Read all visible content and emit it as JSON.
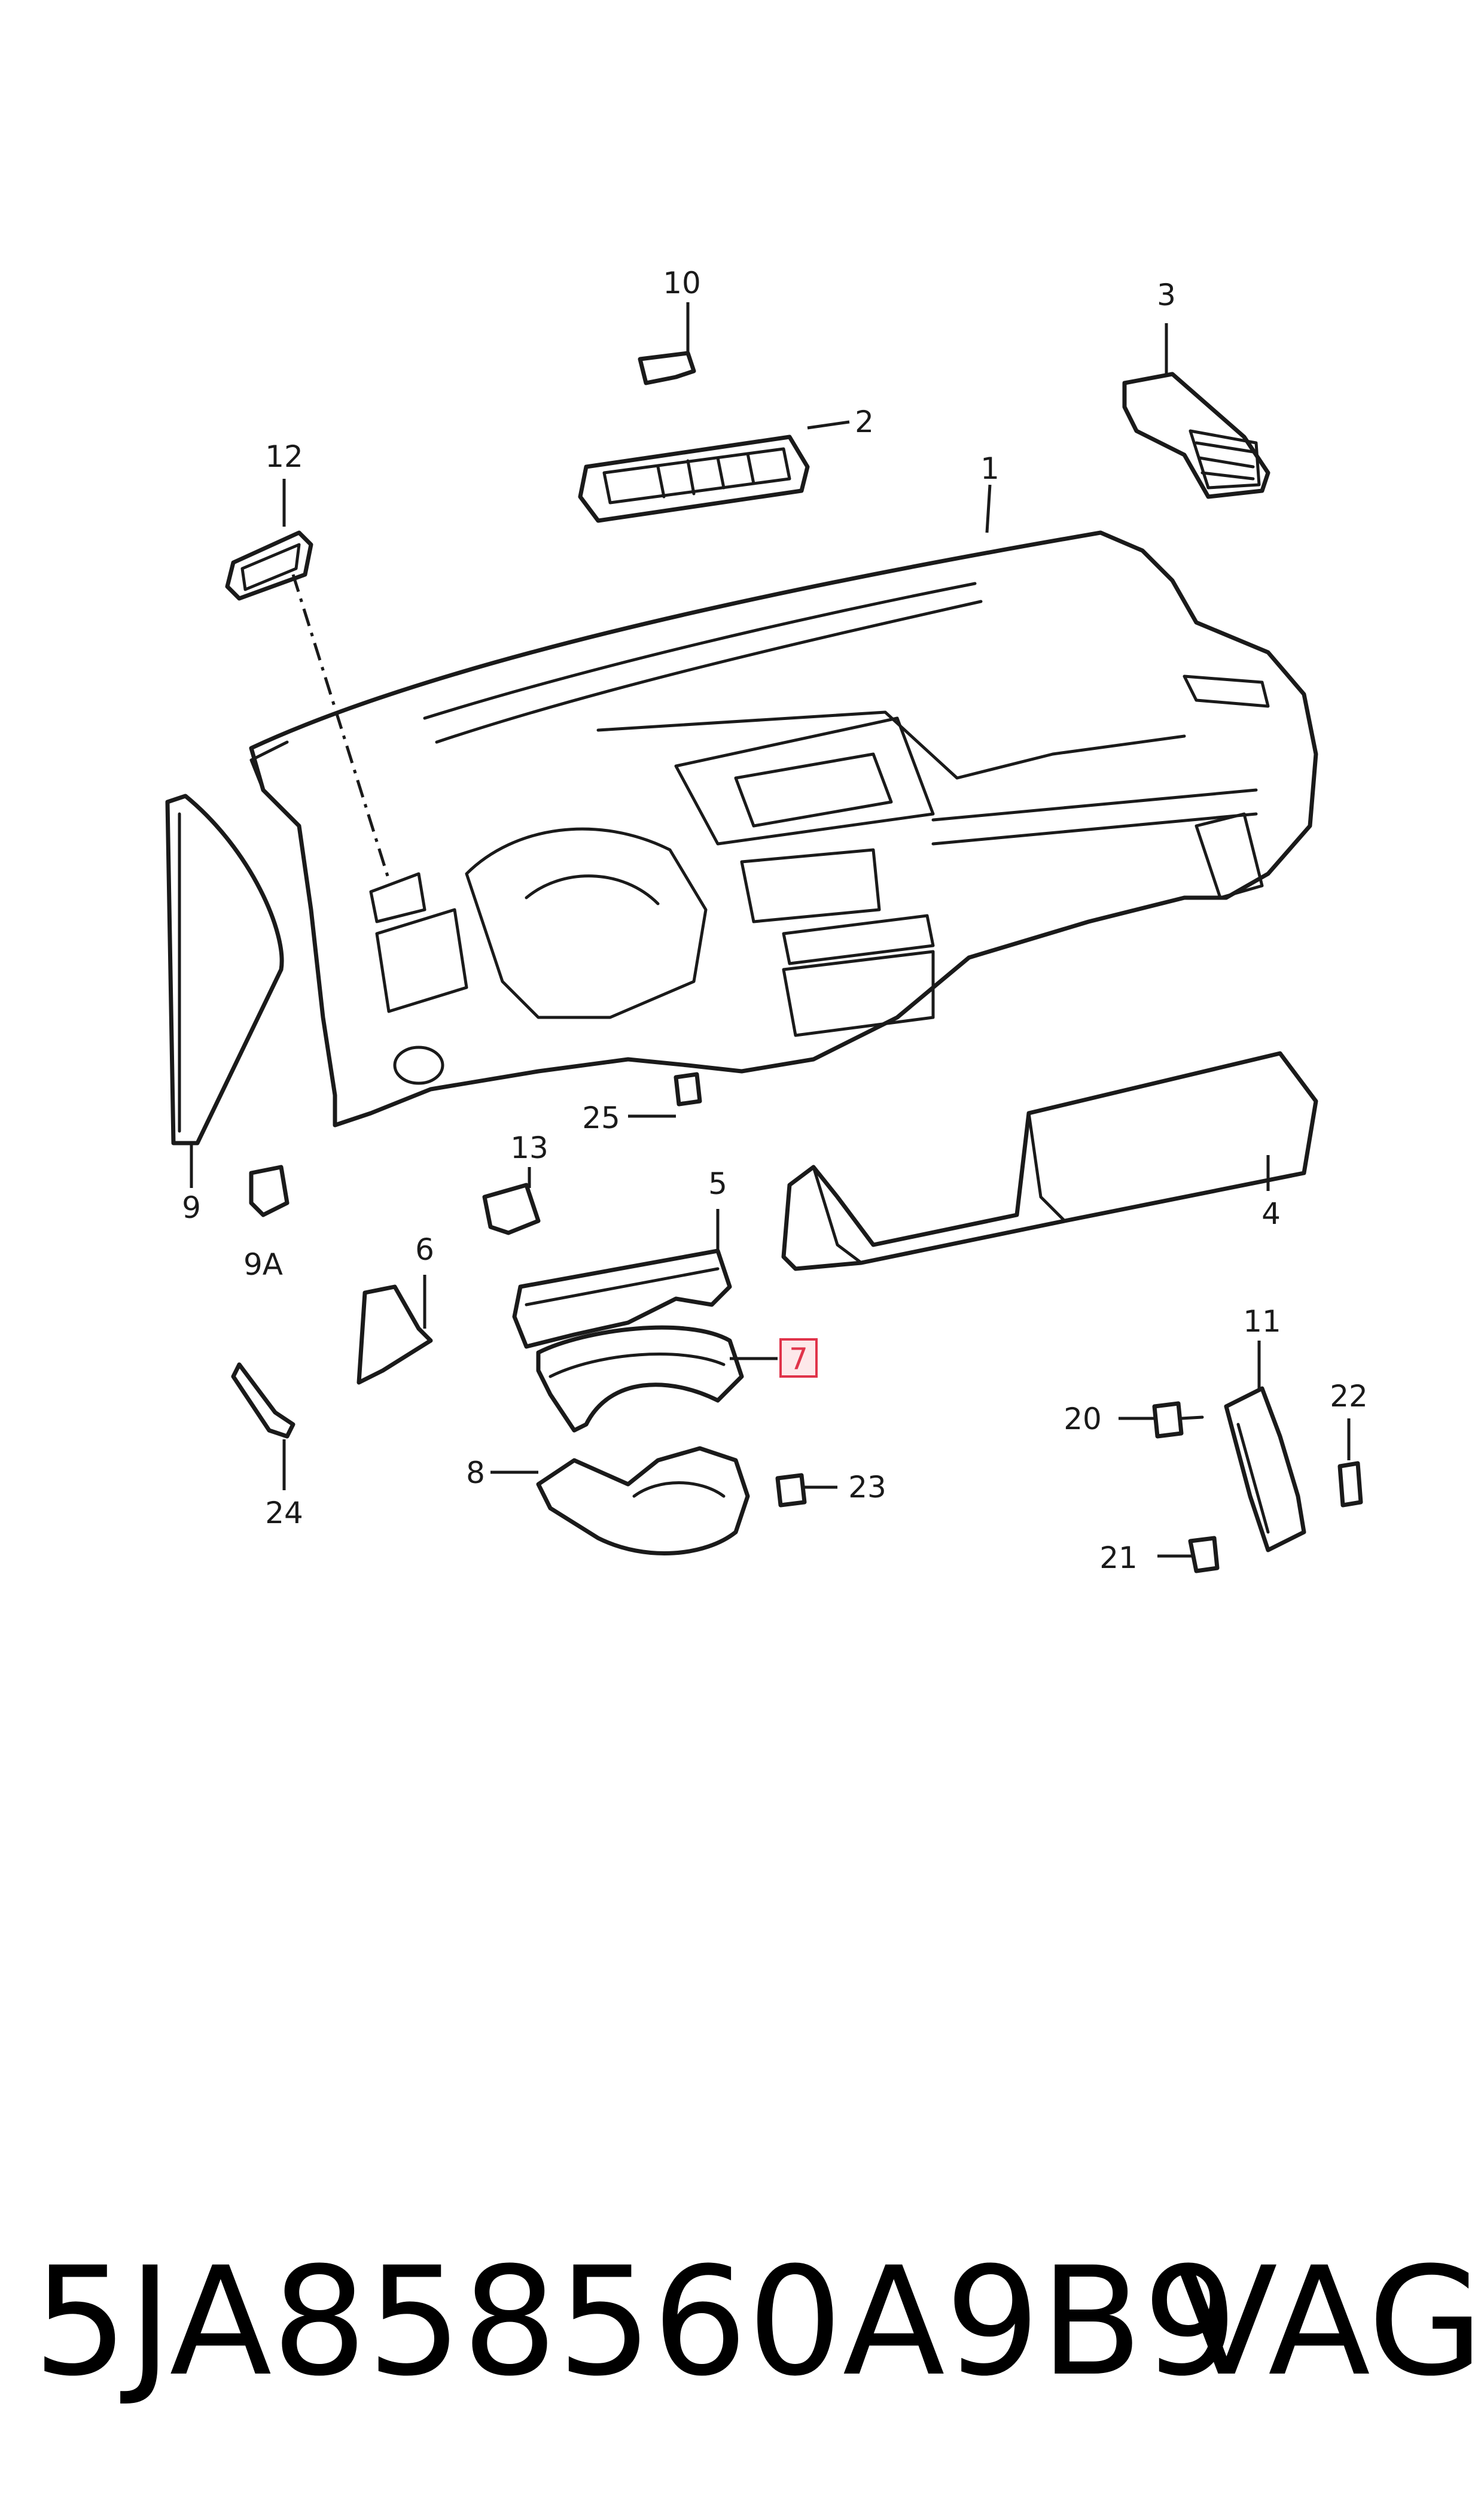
{
  "callouts": {
    "c1": "1",
    "c2": "2",
    "c3": "3",
    "c4": "4",
    "c5": "5",
    "c6": "6",
    "c7": "7",
    "c8": "8",
    "c9": "9",
    "c9a": "9A",
    "c10": "10",
    "c11": "11",
    "c12": "12",
    "c13": "13",
    "c20": "20",
    "c21": "21",
    "c22": "22",
    "c23": "23",
    "c24": "24",
    "c25": "25"
  },
  "highlighted_callout": "7",
  "footer": {
    "part_number": "5JA858560A9B9",
    "brand": "VAG"
  },
  "colors": {
    "highlight_border": "#e0334a",
    "highlight_fill": "#fde8ea",
    "line": "#1a1a1a"
  }
}
